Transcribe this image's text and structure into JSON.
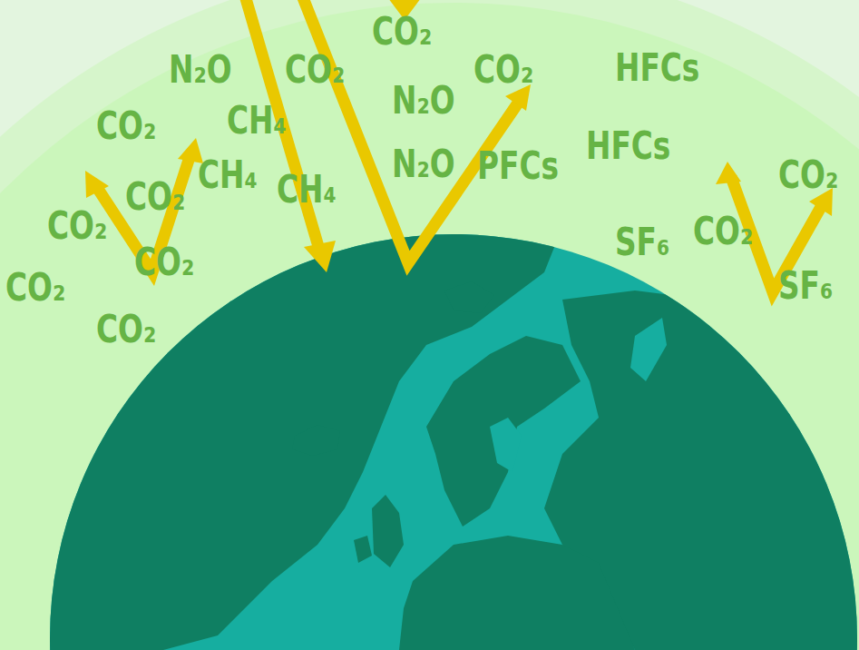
{
  "diagram": {
    "labels": [
      "CO₂",
      "N₂O",
      "CO₂",
      "CO₂",
      "HFCs",
      "N₂O",
      "CO₂",
      "CH₄",
      "HFCs",
      "N₂O",
      "PFCs",
      "CH₄",
      "CH₄",
      "CO₂",
      "CO₂",
      "CO₂",
      "SF₆",
      "CO₂",
      "CO₂",
      "SF₆",
      "CO₂",
      "CO₂"
    ]
  }
}
